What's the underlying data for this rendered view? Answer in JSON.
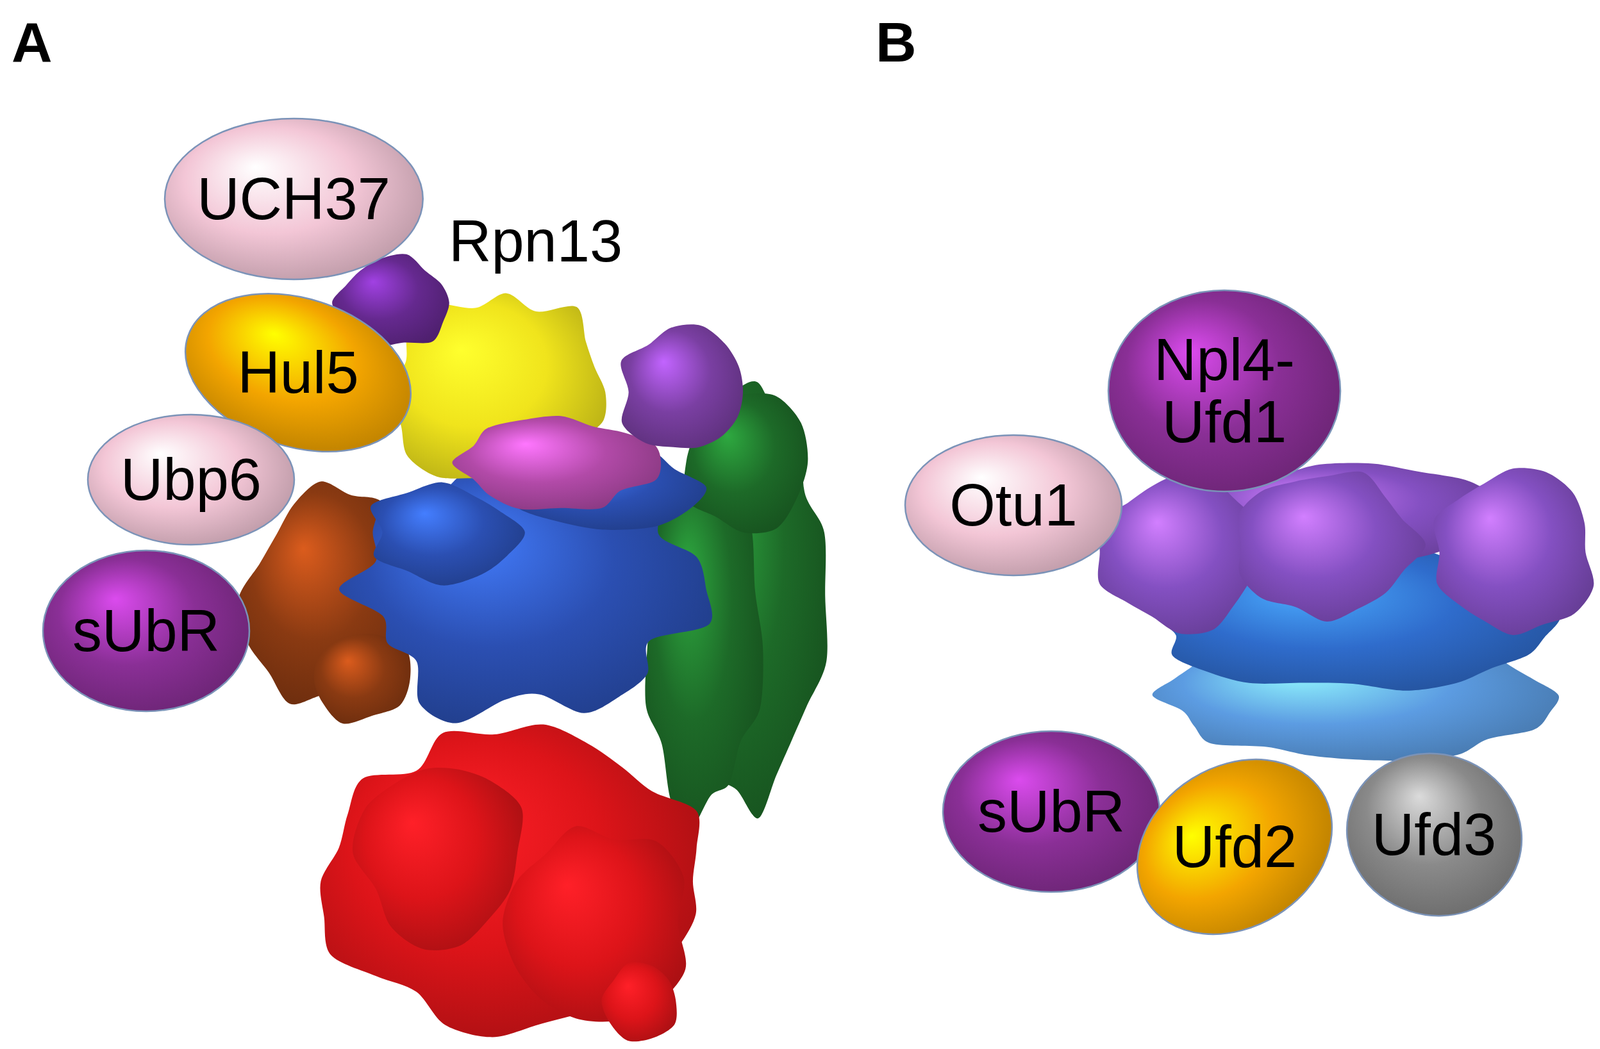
{
  "diagram": {
    "nodes": [
      {
        "text": [
          "UCH37"
        ]
      },
      {
        "text": [
          "Hul5"
        ]
      },
      {
        "text": [
          "Ubp6"
        ]
      },
      {
        "text": [
          "sUbR"
        ]
      },
      {
        "text": [
          "Npl4- Ufd1"
        ]
      },
      {
        "text": [
          "Otu1"
        ]
      },
      {
        "text": [
          "sUbR"
        ]
      },
      {
        "text": [
          "Ufd2"
        ]
      },
      {
        "text": [
          "Ufd3"
        ]
      }
    ],
    "labels": [
      "A",
      "Rpn13",
      "B"
    ]
  }
}
